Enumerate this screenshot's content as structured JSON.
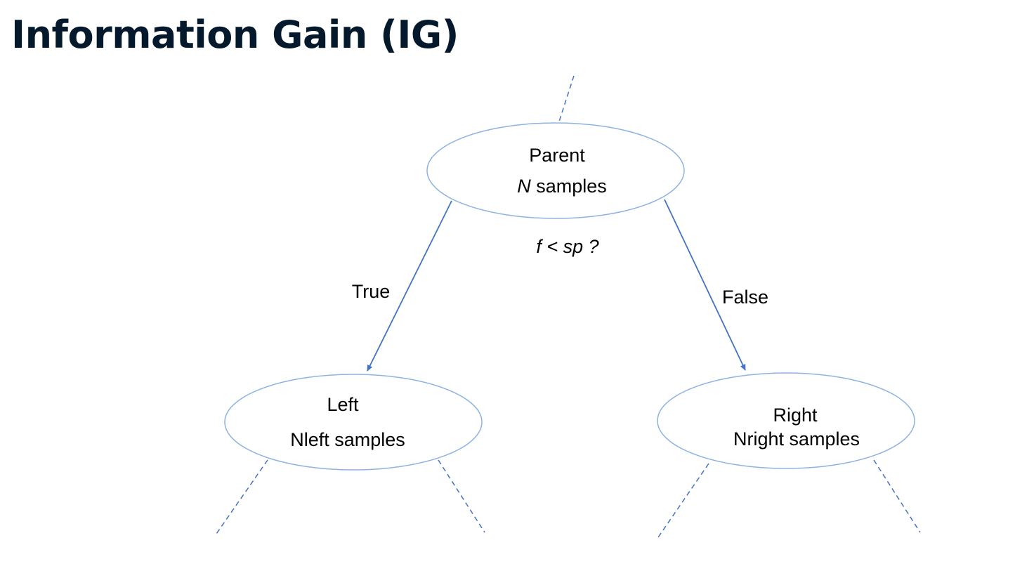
{
  "title": "Information Gain (IG)",
  "colors": {
    "title": "#05192d",
    "node_outline": "#8db3e2",
    "edge": "#4472c4",
    "dashed": "#4472c4"
  },
  "nodes": {
    "parent": {
      "line1": "Parent",
      "line2_var": "N",
      "line2_rest": " samples"
    },
    "left": {
      "line1": "Left",
      "line2": "Nleft samples"
    },
    "right": {
      "line1": "Right",
      "line2": "Nright samples"
    }
  },
  "condition": "f < sp ?",
  "edges": {
    "true_label": "True",
    "false_label": "False"
  }
}
